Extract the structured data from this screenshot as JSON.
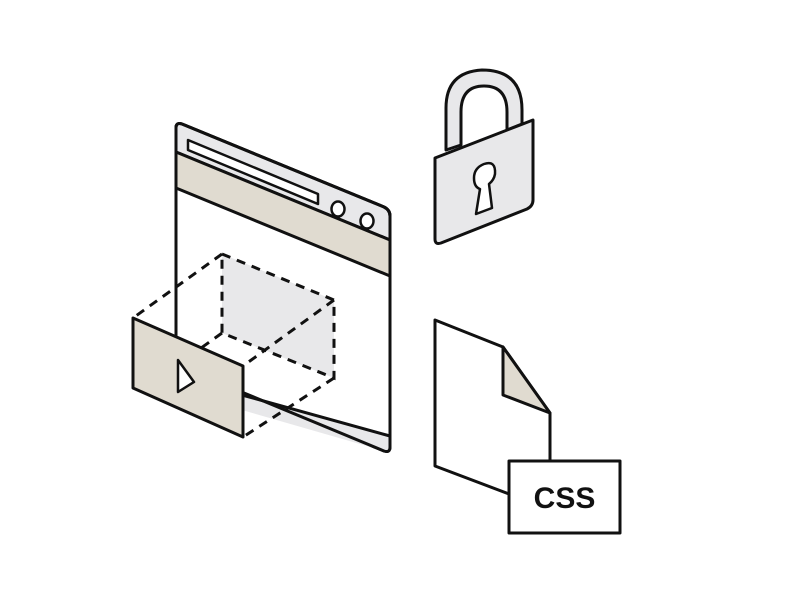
{
  "illustration": {
    "description": "Isometric line illustration: browser window with video embed, padlock, and CSS file",
    "colors": {
      "stroke": "#111111",
      "light_gray": "#e8e8ea",
      "beige": "#e0dbd0",
      "background": "#ffffff"
    },
    "browser_window": {
      "label": "browser-window",
      "video_card": {
        "icon": "play-icon"
      },
      "toolbar_buttons": 2
    },
    "lock": {
      "icon": "padlock-icon",
      "keyhole": true
    },
    "css_file": {
      "icon": "document-icon",
      "badge_text": "CSS"
    }
  }
}
